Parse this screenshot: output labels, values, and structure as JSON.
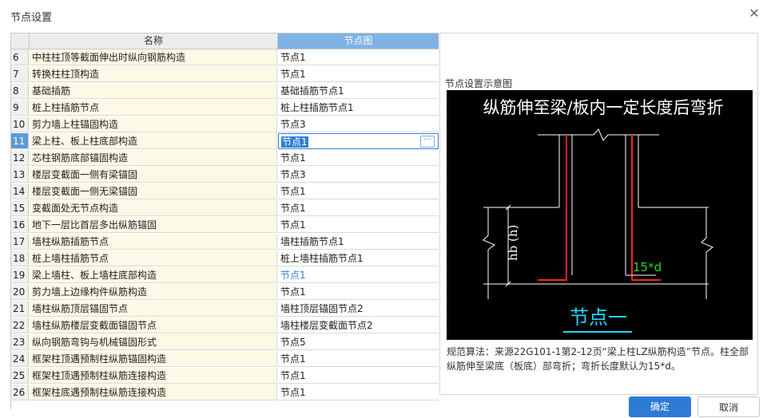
{
  "window": {
    "title": "节点设置"
  },
  "table": {
    "headers": {
      "name": "名称",
      "node": "节点图"
    },
    "rows": [
      {
        "num": "6",
        "name": "中柱柱顶等截面伸出时纵向钢筋构造",
        "node": "节点1"
      },
      {
        "num": "7",
        "name": "转换柱柱顶构造",
        "node": "节点1"
      },
      {
        "num": "8",
        "name": "基础插筋",
        "node": "基础插筋节点1"
      },
      {
        "num": "9",
        "name": "桩上柱插筋节点",
        "node": "桩上柱插筋节点1"
      },
      {
        "num": "10",
        "name": "剪力墙上柱锚固构造",
        "node": "节点3"
      },
      {
        "num": "11",
        "name": "梁上柱、板上柱底部构造",
        "node": "节点1",
        "selected": true
      },
      {
        "num": "12",
        "name": "芯柱钢筋底部锚固构造",
        "node": "节点1"
      },
      {
        "num": "13",
        "name": "楼层变截面一侧有梁锚固",
        "node": "节点3"
      },
      {
        "num": "14",
        "name": "楼层变截面一侧无梁锚固",
        "node": "节点1"
      },
      {
        "num": "15",
        "name": "变截面处无节点构造",
        "node": "节点1"
      },
      {
        "num": "16",
        "name": "地下一层比首层多出纵筋锚固",
        "node": "节点1"
      },
      {
        "num": "17",
        "name": "墙柱纵筋插筋节点",
        "node": "墙柱插筋节点1"
      },
      {
        "num": "18",
        "name": "桩上墙柱插筋节点",
        "node": "桩上墙柱插筋节点1"
      },
      {
        "num": "19",
        "name": "梁上墙柱、板上墙柱底部构造",
        "node": "节点1",
        "blue": true
      },
      {
        "num": "20",
        "name": "剪力墙上边缘构件纵筋构造",
        "node": "节点1"
      },
      {
        "num": "21",
        "name": "墙柱纵筋顶层锚固节点",
        "node": "墙柱顶层锚固节点2"
      },
      {
        "num": "22",
        "name": "墙柱纵筋楼层变截面锚固节点",
        "node": "墙柱楼层变截面节点2"
      },
      {
        "num": "23",
        "name": "纵向钢筋弯钩与机械锚固形式",
        "node": "节点5"
      },
      {
        "num": "24",
        "name": "框架柱顶遇预制柱纵筋锚固构造",
        "node": "节点1"
      },
      {
        "num": "25",
        "name": "框架柱顶遇预制柱纵筋连接构造",
        "node": "节点1"
      },
      {
        "num": "26",
        "name": "框架柱底遇预制柱纵筋连接构造",
        "node": "节点1"
      }
    ]
  },
  "preview": {
    "label": "节点设置示意图",
    "diagram_title": "纵筋伸至梁/板内一定长度后弯折",
    "dim_label": "hb (h)",
    "bend_label": "15*d",
    "node_caption": "节点一",
    "colors": {
      "background": "#000000",
      "lines": "#ffffff",
      "rebar": "#ff2020",
      "bend_text": "#22dd22",
      "caption": "#22d6f0"
    },
    "description": "规范算法：来源22G101-1第2-12页“梁上柱LZ纵筋构造”节点。柱全部纵筋伸至梁底（板底）部弯折；弯折长度默认为15*d。"
  },
  "buttons": {
    "ok": "确定",
    "cancel": "取消"
  }
}
